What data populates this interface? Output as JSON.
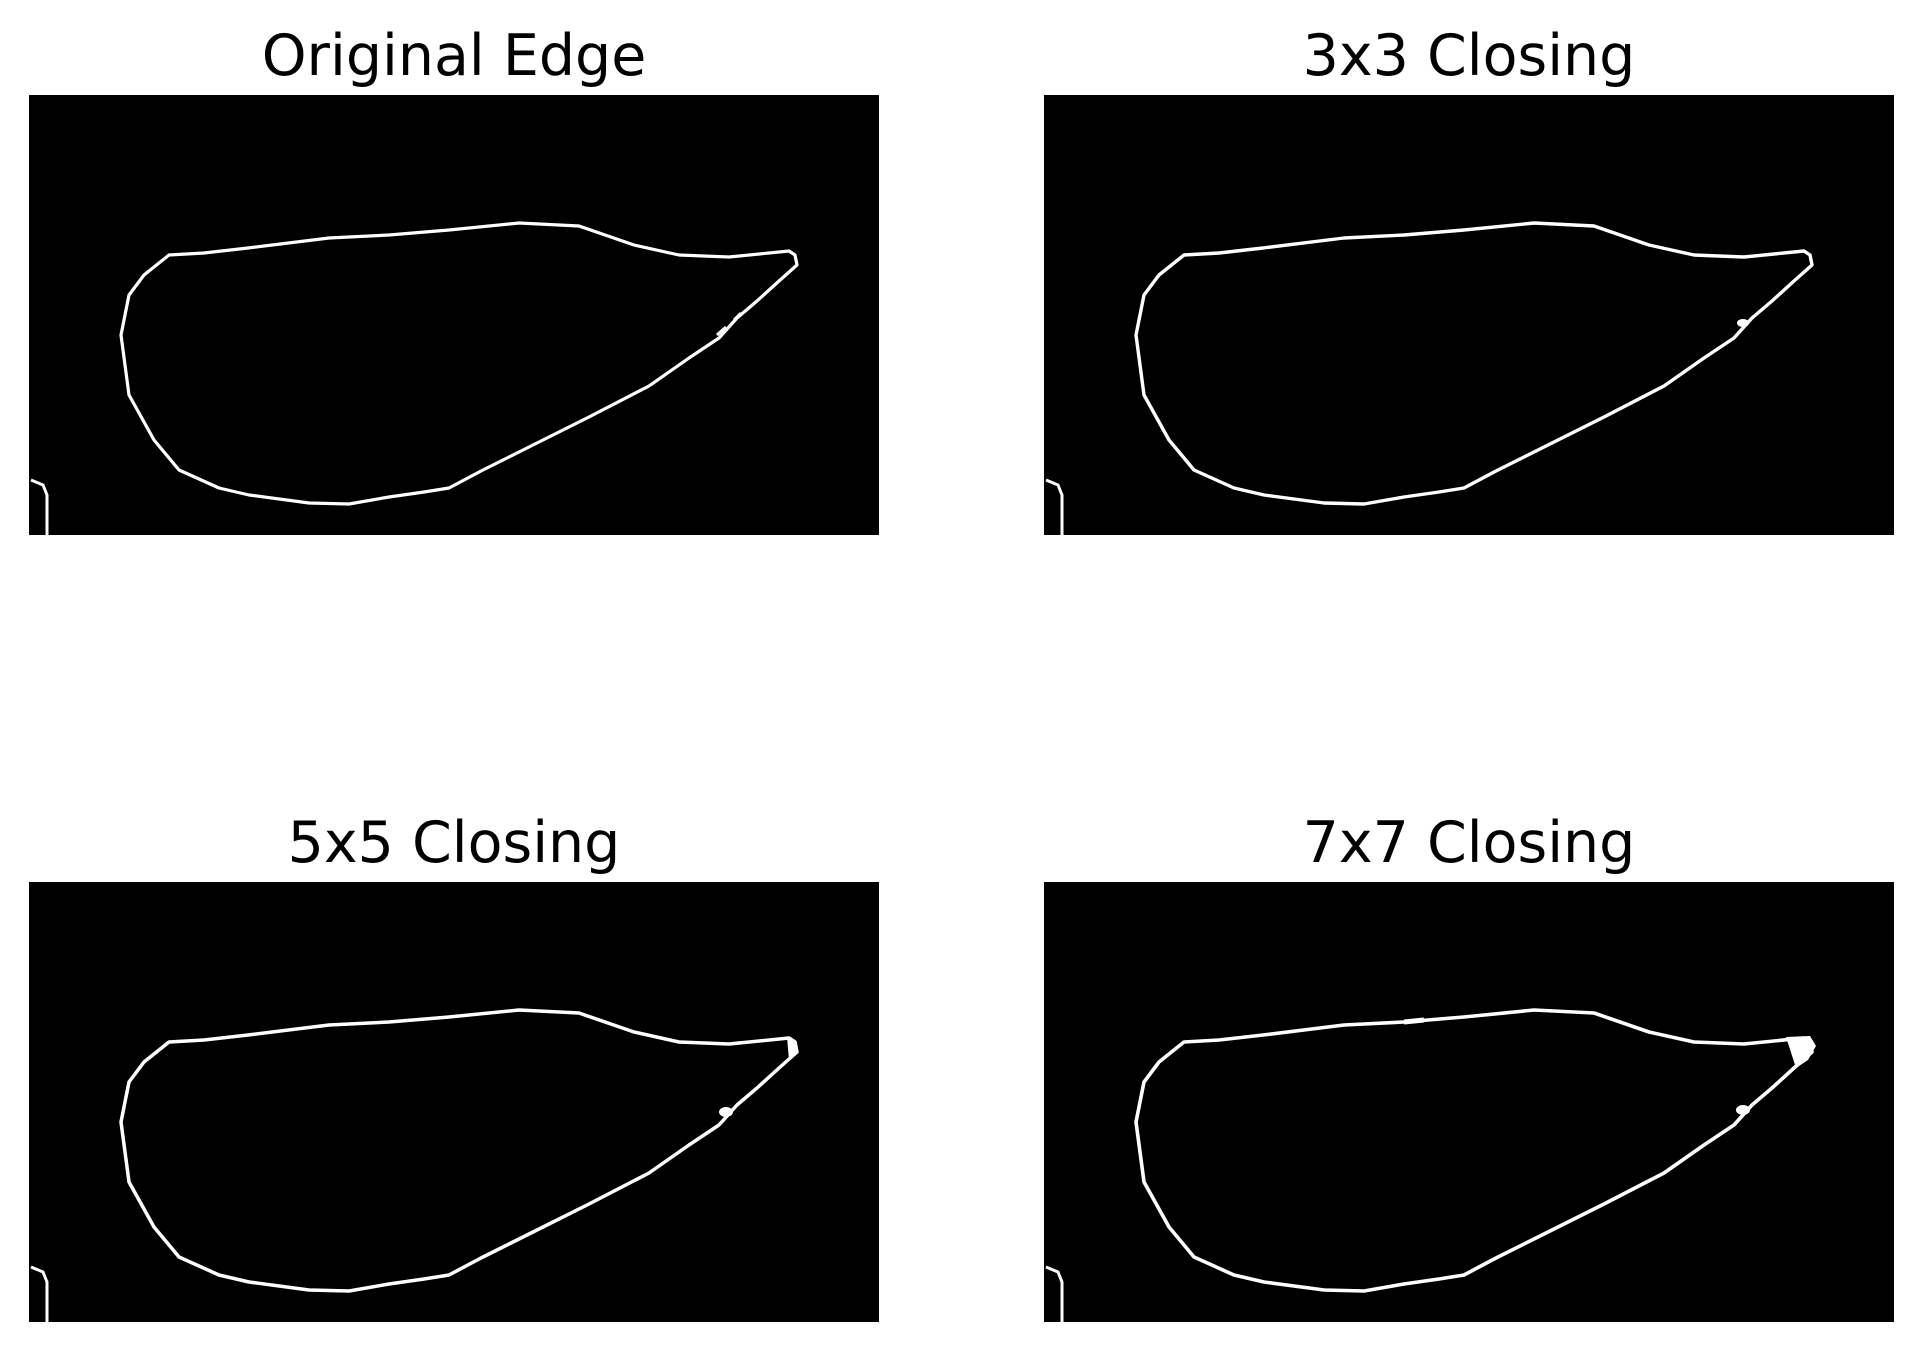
{
  "figure": {
    "panels": [
      {
        "title": "Original Edge",
        "variant": "original"
      },
      {
        "title": "3x3 Closing",
        "variant": "closing-3x3"
      },
      {
        "title": "5x5 Closing",
        "variant": "closing-5x5"
      },
      {
        "title": "7x7 Closing",
        "variant": "closing-7x7"
      }
    ]
  },
  "colors": {
    "image_background": "#000000",
    "edge": "#ffffff",
    "page_background": "#ffffff"
  }
}
